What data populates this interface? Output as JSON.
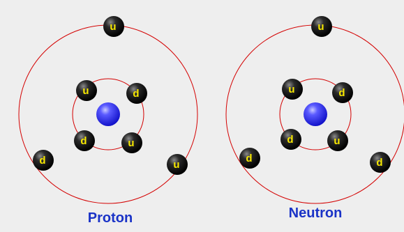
{
  "colors": {
    "background": "#eeeeee",
    "orbit": "#d40000",
    "quark_label": "#f7e800",
    "quark_body": "#111111",
    "core": "#2b2bff",
    "caption": "#1a33c7"
  },
  "diagrams": [
    {
      "caption": "Proton",
      "quarks": [
        "u",
        "u",
        "d",
        "d",
        "u",
        "d",
        "u"
      ]
    },
    {
      "caption": "Neutron",
      "quarks": [
        "u",
        "u",
        "d",
        "d",
        "u",
        "d",
        "d"
      ]
    }
  ]
}
